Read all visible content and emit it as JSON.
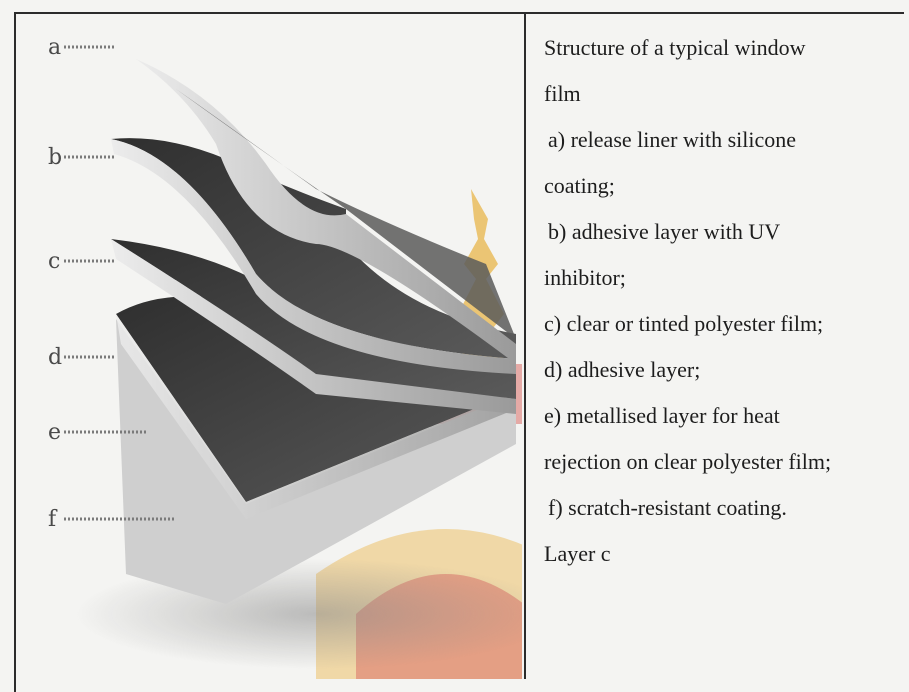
{
  "figure": {
    "letters": [
      "a",
      "b",
      "c",
      "d",
      "e",
      "f"
    ]
  },
  "caption": {
    "lines": [
      "Structure of a typical window",
      "film",
      " a) release liner with silicone",
      "coating;",
      " b) adhesive layer with UV",
      "inhibitor;",
      "c) clear or tinted polyester film;",
      "d) adhesive layer;",
      "e) metallised layer for heat",
      "rejection on clear polyester film;",
      " f) scratch-resistant coating.",
      "Layer c"
    ]
  },
  "colors": {
    "watermark_red": "#d2433a",
    "watermark_gold": "#e9b64a",
    "film_dark": "#3f3f3f",
    "film_light": "#bdbdbd"
  }
}
